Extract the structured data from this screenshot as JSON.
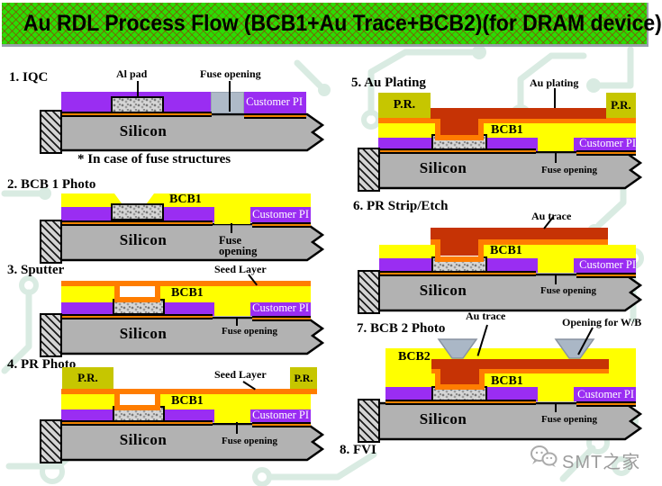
{
  "title": "Au RDL Process Flow (BCB1+Au Trace+BCB2)(for DRAM device)",
  "colors": {
    "title_green": "#2bdc04",
    "bcb_yellow": "#ffff00",
    "customer_pi_purple": "#9a2df2",
    "seed_orange": "#ff7d00",
    "au_red": "#c63305",
    "pr_olive": "#c6c600",
    "silicon_gray": "#b2b2b2",
    "fuse_block_gray": "#aebac8",
    "background_trace_green": "#d9ebe2"
  },
  "steps": {
    "s1": {
      "label": "1. IQC",
      "al_pad": "Al pad",
      "fuse_opening": "Fuse opening",
      "customer_pi": "Customer PI",
      "silicon": "Silicon",
      "note": "* In case of fuse structures"
    },
    "s2": {
      "label": "2. BCB 1 Photo",
      "bcb1": "BCB1",
      "customer_pi": "Customer PI",
      "silicon": "Silicon",
      "fuse_line1": "Fuse",
      "fuse_line2": "opening"
    },
    "s3": {
      "label": "3. Sputter",
      "seed_layer": "Seed Layer",
      "bcb1": "BCB1",
      "customer_pi": "Customer PI",
      "silicon": "Silicon",
      "fuse_opening": "Fuse opening"
    },
    "s4": {
      "label": "4. PR Photo",
      "pr_left": "P.R.",
      "pr_right": "P.R.",
      "seed_layer": "Seed Layer",
      "bcb1": "BCB1",
      "customer_pi": "Customer PI",
      "silicon": "Silicon",
      "fuse_opening": "Fuse opening"
    },
    "s5": {
      "label": "5. Au Plating",
      "pr_left": "P.R.",
      "pr_right": "P.R.",
      "au_plating": "Au plating",
      "bcb1": "BCB1",
      "customer_pi": "Customer PI",
      "silicon": "Silicon",
      "fuse_opening": "Fuse opening"
    },
    "s6": {
      "label": "6. PR Strip/Etch",
      "au_trace": "Au trace",
      "bcb1": "BCB1",
      "customer_pi": "Customer PI",
      "silicon": "Silicon",
      "fuse_opening": "Fuse opening"
    },
    "s7": {
      "label": "7. BCB 2 Photo",
      "au_trace": "Au trace",
      "opening_wb": "Opening for W/B",
      "bcb2": "BCB2",
      "bcb1": "BCB1",
      "customer_pi": "Customer PI",
      "silicon": "Silicon",
      "fuse_opening": "Fuse opening"
    },
    "s8": {
      "label": "8. FVI"
    }
  },
  "watermark": {
    "text": "SMT之家"
  }
}
